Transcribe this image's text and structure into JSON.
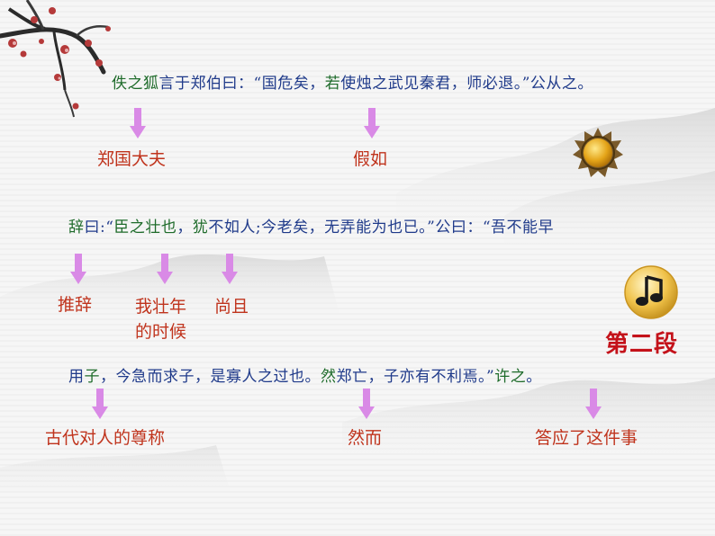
{
  "line1": {
    "p1": "佚之狐",
    "p2": "言于郑伯曰：“国危矣，",
    "p3": "若",
    "p4": "使烛之武见秦君，师必退。”公从之。"
  },
  "line2": {
    "p1": "辞",
    "p2": "曰:“",
    "p3": "臣之壮也",
    "p4": "，",
    "p5": "犹",
    "p6": "不如人;今老矣，无弄能为也已。”公曰：“吾不能早"
  },
  "line3": {
    "p1": "用",
    "p2": "子",
    "p3": "，今急而求子，是寡人之过也。",
    "p4": "然",
    "p5": "郑亡，子亦有不利焉。”",
    "p6": "许之",
    "p7": "。"
  },
  "annotations": {
    "a1": "郑国大夫",
    "a2": "假如",
    "a3": "推辞",
    "a4_l1": "我壮年",
    "a4_l2": "的时候",
    "a5": "尚且",
    "a6": "古代对人的尊称",
    "a7": "然而",
    "a8": "答应了这件事"
  },
  "section_heading": "第二段",
  "colors": {
    "text_blue": "#1f3a8a",
    "text_green": "#1e6b2a",
    "note_red": "#c0341d",
    "heading_red": "#c4121a",
    "arrow": "#d98ae6"
  },
  "icons": [
    "plum-blossom-branch",
    "sun-emblem-icon",
    "music-note-icon"
  ]
}
